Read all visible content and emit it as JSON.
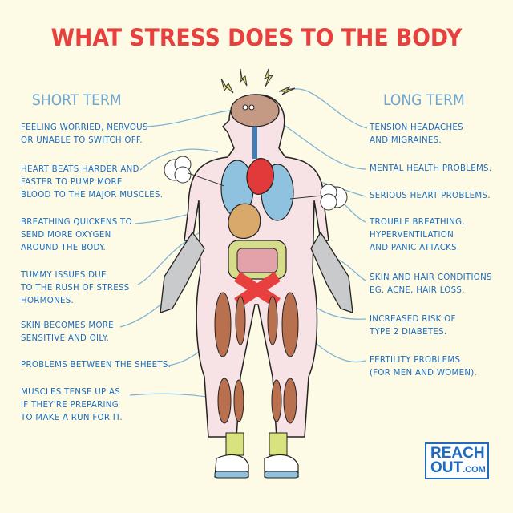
{
  "title": "WHAT STRESS DOES TO THE BODY",
  "short_term": {
    "heading": "SHORT TERM",
    "items": [
      {
        "text": "FEELING WORRIED, NERVOUS\nOR UNABLE TO SWITCH OFF."
      },
      {
        "text": "HEART BEATS HARDER AND\nFASTER TO  PUMP MORE\nBLOOD TO THE MAJOR MUSCLES."
      },
      {
        "text": "BREATHING QUICKENS TO\nSEND MORE OXYGEN\nAROUND THE BODY."
      },
      {
        "text": "TUMMY ISSUES DUE\nTO THE RUSH OF STRESS\nHORMONES."
      },
      {
        "text": "SKIN BECOMES MORE\nSENSITIVE AND OILY."
      },
      {
        "text": "PROBLEMS BETWEEN THE SHEETS."
      },
      {
        "text": "MUSCLES TENSE UP AS\nIF THEY'RE PREPARING\nTO MAKE A RUN FOR IT."
      }
    ]
  },
  "long_term": {
    "heading": "LONG TERM",
    "items": [
      {
        "text": "TENSION HEADACHES\nAND MIGRAINES."
      },
      {
        "text": "MENTAL HEALTH PROBLEMS."
      },
      {
        "text": "SERIOUS HEART PROBLEMS."
      },
      {
        "text": "TROUBLE BREATHING,\nHYPERVENTILATION\nAND PANIC ATTACKS."
      },
      {
        "text": "SKIN AND HAIR CONDITIONS\nEG. ACNE, HAIR LOSS."
      },
      {
        "text": "INCREASED RISK OF\nTYPE 2 DIABETES."
      },
      {
        "text": "FERTILITY PROBLEMS\n(FOR MEN AND WOMEN)."
      }
    ]
  },
  "logo": {
    "line1": "REACH",
    "line2": "OUT",
    "suffix": ".COM"
  },
  "colors": {
    "title": "#e8403e",
    "heading": "#6fa6d0",
    "text": "#1c6cc0",
    "background": "#fdfbe6"
  }
}
